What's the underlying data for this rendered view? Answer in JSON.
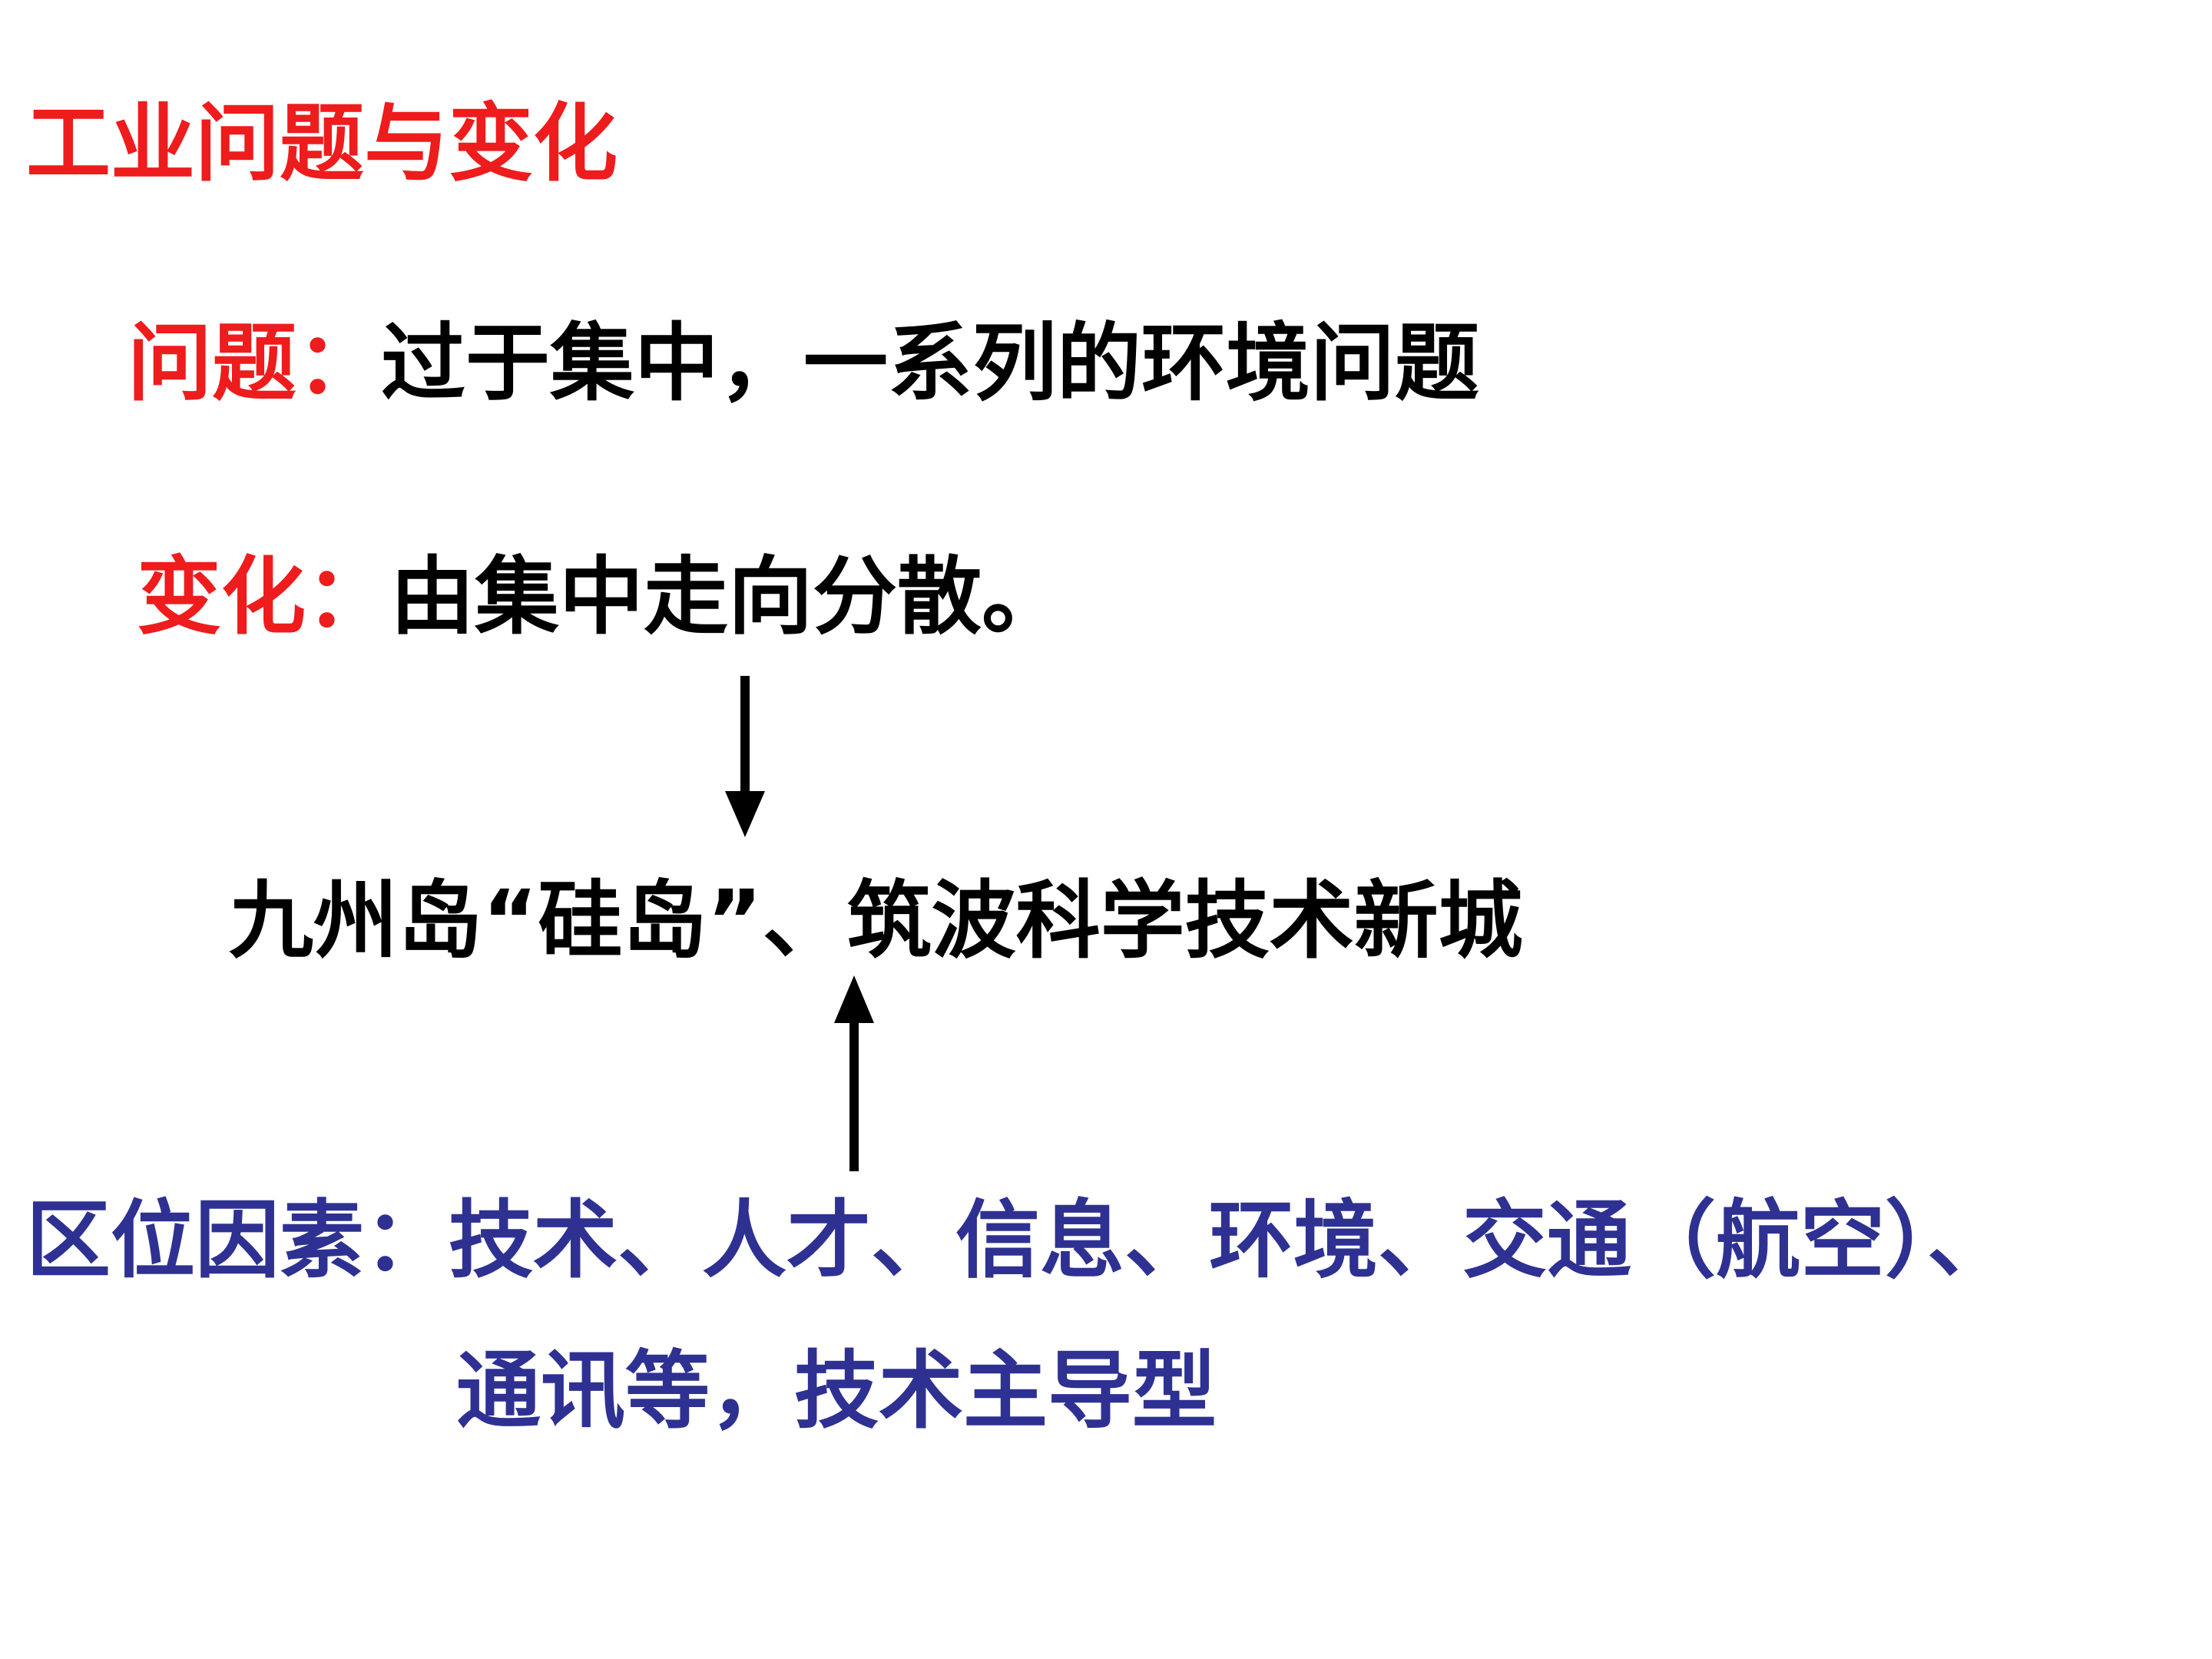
{
  "title": "工业问题与变化",
  "problem": {
    "label": "问题：",
    "text": "过于集中，一系列的环境问题"
  },
  "change": {
    "label": "变化：",
    "text": "由集中走向分散。"
  },
  "result": {
    "text": "九州岛“硅岛”、筑波科学技术新城"
  },
  "factors": {
    "line1": "区位因素：技术、人才、信息、环境、交通（航空）、",
    "line2": "通讯等，技术主导型"
  },
  "colors": {
    "red": "#ee1c1c",
    "black": "#000000",
    "blue": "#2e3192"
  }
}
